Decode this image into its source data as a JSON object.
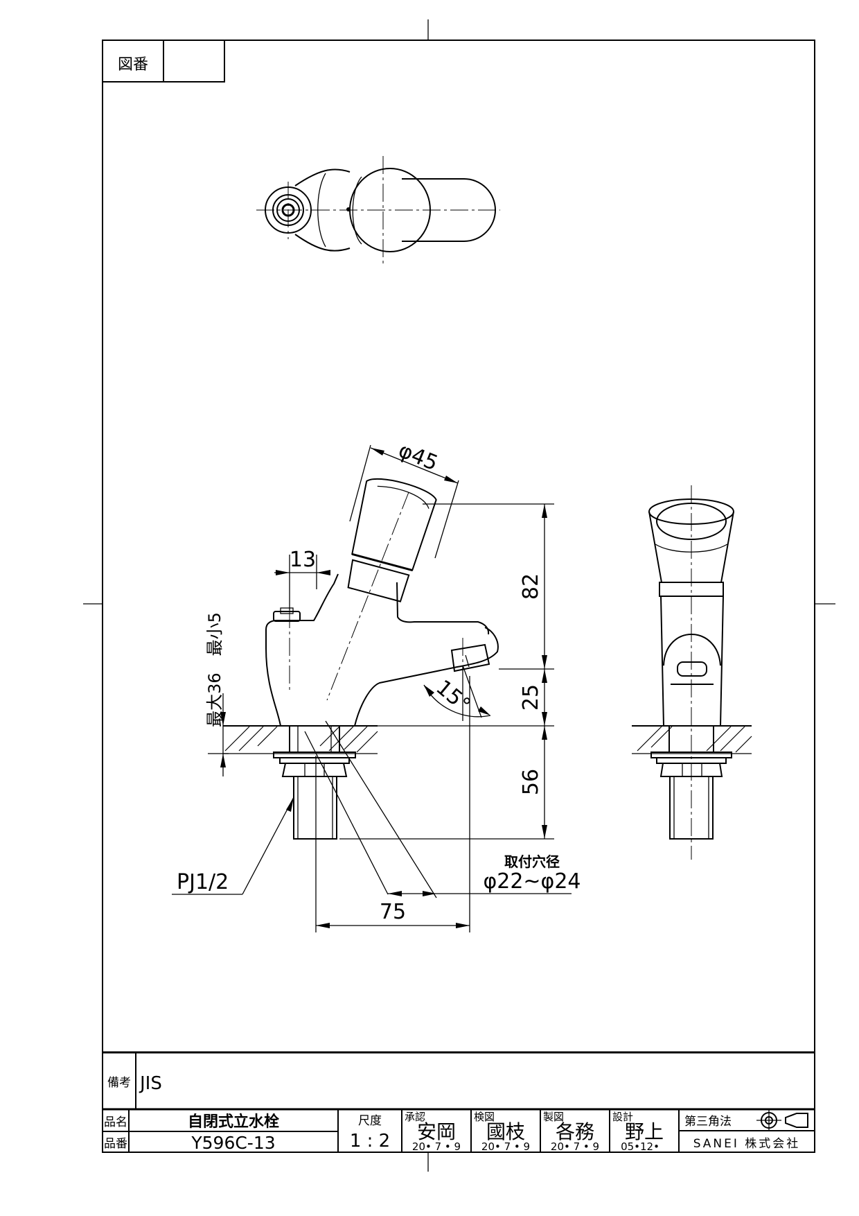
{
  "drawing_number_label": "図番",
  "drawing_number_value": "",
  "dimensions": {
    "handle_diameter": "φ45",
    "offset": "13",
    "height_upper": "82",
    "height_spout": "25",
    "below_counter": "56",
    "reach": "75",
    "spout_angle": "15°",
    "counter_thickness": "最大36　最小5",
    "thread": "PJ1/2",
    "mounting_hole_label": "取付穴径",
    "mounting_hole_value": "φ22~φ24"
  },
  "title_block": {
    "remarks_label": "備考",
    "remarks_value": "JIS",
    "product_name_label": "品名",
    "product_name_value": "自閉式立水栓",
    "product_number_label": "品番",
    "product_number_value": "Y596C-13",
    "scale_label": "尺度",
    "scale_value": "1 : 2",
    "approved_label": "承認",
    "approved_name": "安岡",
    "approved_date": "20• 7 • 9",
    "checked_label": "検図",
    "checked_name": "國枝",
    "checked_date": "20• 7 • 9",
    "drawn_label": "製図",
    "drawn_name": "各務",
    "drawn_date": "20• 7 • 9",
    "designed_label": "設計",
    "designed_name": "野上",
    "designed_date": "05•12•",
    "projection_label": "第三角法",
    "company": "SANEI 株式会社"
  }
}
